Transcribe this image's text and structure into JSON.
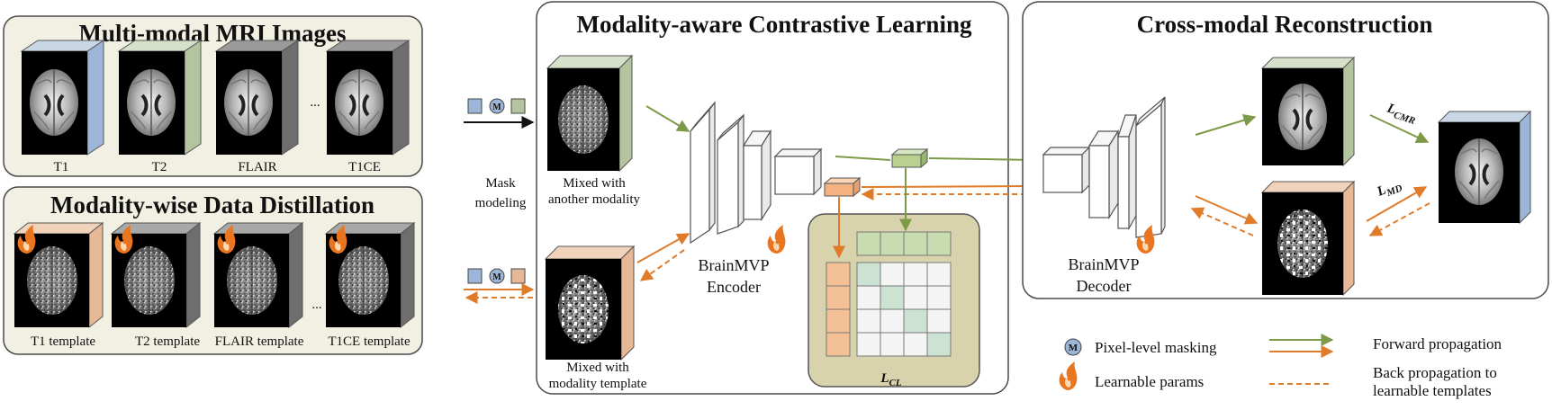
{
  "panels": {
    "mri": {
      "title": "Multi-modal MRI Images",
      "labels": [
        "T1",
        "T2",
        "FLAIR",
        "T1CE"
      ],
      "ellipsis": "..."
    },
    "distill": {
      "title": "Modality-wise Data Distillation",
      "labels": [
        "T1 template",
        "T2 template",
        "FLAIR template",
        "T1CE template"
      ],
      "ellipsis": "..."
    },
    "contrastive": {
      "title": "Modality-aware Contrastive Learning",
      "mixed_modality": [
        "Mixed with",
        "another modality"
      ],
      "mixed_template": [
        "Mixed with",
        "modality template"
      ],
      "encoder": [
        "BrainMVP",
        "Encoder"
      ],
      "loss_main": "L",
      "loss_sub": "CL"
    },
    "reconstruction": {
      "title": "Cross-modal Reconstruction",
      "decoder": [
        "BrainMVP",
        "Decoder"
      ],
      "loss_cmr_main": "L",
      "loss_cmr_sub": "CMR",
      "loss_md_main": "L",
      "loss_md_sub": "MD"
    }
  },
  "mask_modeling": [
    "Mask",
    "modeling"
  ],
  "mask_symbol": "M",
  "legend": {
    "pixel_masking": "Pixel-level masking",
    "learnable_params": "Learnable params",
    "forward": "Forward propagation",
    "backward": [
      "Back propagation to",
      "learnable templates"
    ]
  },
  "colors": {
    "t1": "#9bb6d6",
    "t2": "#b4c49f",
    "flair": "#6e6e6e",
    "t1ce": "#6e6e6e",
    "template": "#e7b896",
    "forward": "#7d9a48",
    "backward": "#e07b29",
    "green_cell": "#c9dbb0",
    "orange_cell": "#f4c095",
    "match_cell": "#cce3d3",
    "panel_tan": "#f2efe3"
  },
  "icons": {
    "mask": "circled-m-icon",
    "flame": "flame-icon"
  }
}
